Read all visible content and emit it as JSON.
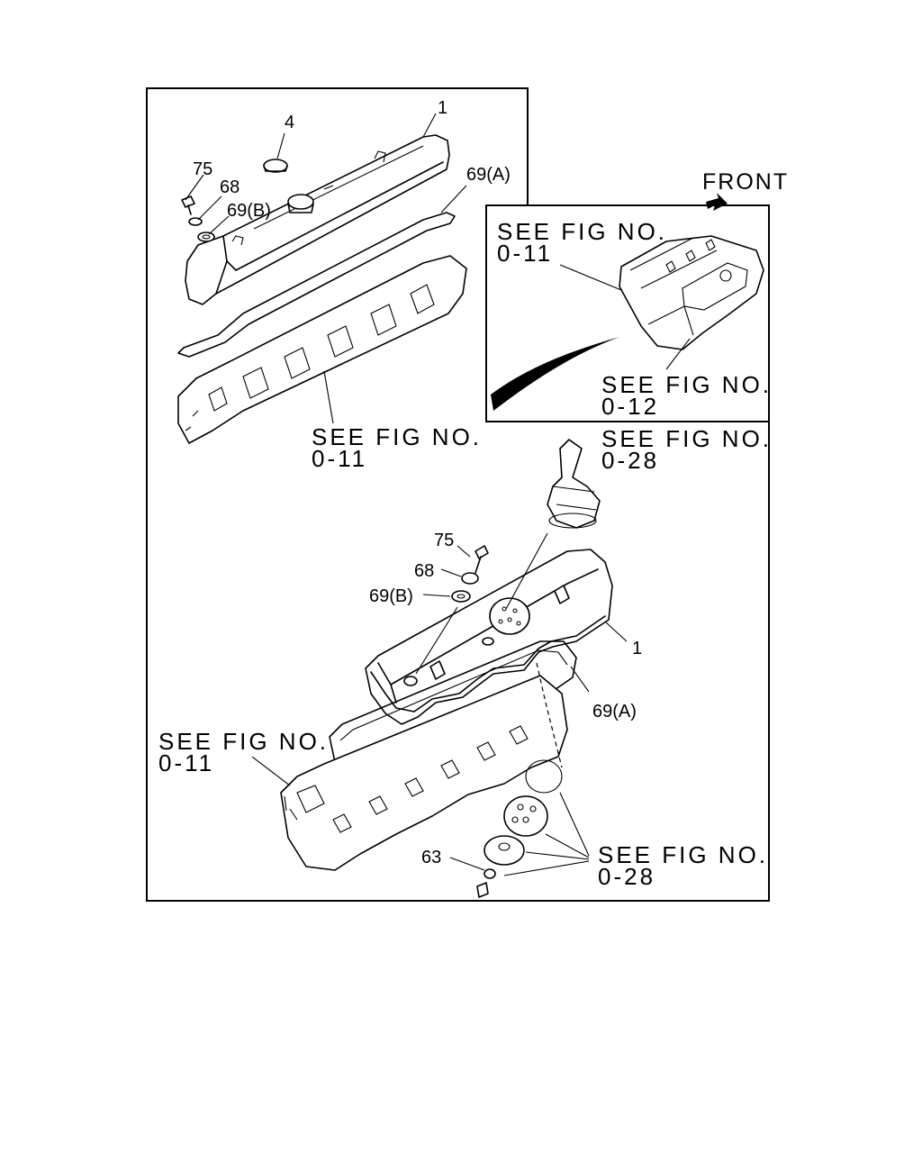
{
  "callouts": {
    "top_1": "1",
    "top_4": "4",
    "top_75": "75",
    "top_68": "68",
    "top_69b": "69(B)",
    "top_69a": "69(A)",
    "bot_75": "75",
    "bot_68": "68",
    "bot_69b": "69(B)",
    "bot_1": "1",
    "bot_69a": "69(A)",
    "bot_63": "63"
  },
  "references": {
    "inset_011": {
      "line1": "SEE FIG NO.",
      "line2": "0-11"
    },
    "inset_012": {
      "line1": "SEE FIG NO.",
      "line2": "0-12"
    },
    "top_011": {
      "line1": "SEE FIG NO.",
      "line2": "0-11"
    },
    "right_028": {
      "line1": "SEE FIG NO.",
      "line2": "0-28"
    },
    "left_011": {
      "line1": "SEE FIG NO.",
      "line2": "0-11"
    },
    "bottom_028": {
      "line1": "SEE FIG NO.",
      "line2": "0-28"
    }
  },
  "front_label": "FRONT",
  "icons": [
    "front-arrow-icon"
  ]
}
